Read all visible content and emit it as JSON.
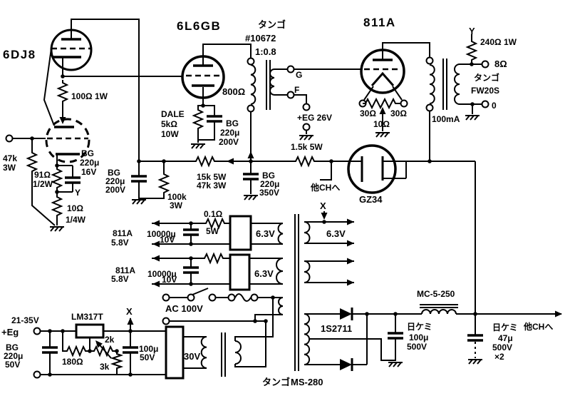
{
  "labels": {
    "v1": "6DJ8",
    "v2": "6L6GB",
    "v3": "811A",
    "v4": "GZ34",
    "it_brand": "タンゴ",
    "it_model": "#10672",
    "it_ratio": "1:0.8",
    "it_z": "800Ω",
    "it_g": "G",
    "it_f": "F",
    "eg_bias": "+EG 26V",
    "opt_y": "Y",
    "opt_r": "240Ω 1W",
    "opt_8": "8Ω",
    "opt_brand": "タンゴ",
    "opt_model": "FW20S",
    "opt_0": "0",
    "opt_ma": "100mA",
    "r_srpp": "100Ω 1W",
    "dale1": "DALE",
    "dale2": "5kΩ",
    "dale3": "10W",
    "bgk1": "BG",
    "bgk2": "220μ",
    "bgk3": "200V",
    "rin1": "47k",
    "rin2": "3W",
    "rk1": "91Ω",
    "rk2": "1/2W",
    "bgc1": "BG",
    "bgc2": "220μ",
    "bgc3": "16V",
    "y_fb": "Y",
    "rfb1": "10Ω",
    "rfb2": "1/4W",
    "bgd1": "BG",
    "bgd2": "220μ",
    "bgd3": "200V",
    "rbl1": "100k",
    "rbl2": "3W",
    "rdr1": "15k 5W",
    "rdr2": "47k 3W",
    "bge1": "BG",
    "bge2": "220μ",
    "bge3": "350V",
    "r15": "1.5k 5W",
    "och1": "他CHへ",
    "hum_l": "30Ω",
    "hum_r": "30Ω",
    "hum_c": "10Ω",
    "r01a": "0.1Ω",
    "r01b": "5W",
    "f1a": "811A",
    "f1b": "5.8V",
    "c1a": "10000μ",
    "c1b": "10V",
    "f2a": "811A",
    "f2b": "5.8V",
    "c2a": "10000μ",
    "c2b": "10V",
    "w63a": "6.3V",
    "w63b": "6.3V",
    "w63c": "6.3V",
    "x_mid": "X",
    "x_bot": "X",
    "ac": "AC 100V",
    "w30": "30V",
    "pt_brand": "タンゴ",
    "pt_model": "MS-280",
    "d1": "1S2711",
    "ce1a": "日ケミ",
    "ce1b": "100μ",
    "ce1c": "500V",
    "choke": "MC-5-250",
    "ce2a": "日ケミ",
    "och2": "他CHへ",
    "ce2b": "47μ",
    "ce2c": "500V",
    "ce2d": "×2",
    "vin": "21-35V",
    "reg": "LM317T",
    "ego": "+Eg",
    "bgf1": "BG",
    "bgf2": "220μ",
    "bgf3": "50V",
    "r180": "180Ω",
    "r2k": "2k",
    "r3k": "3k",
    "c100a": "100μ",
    "c100b": "50V"
  }
}
